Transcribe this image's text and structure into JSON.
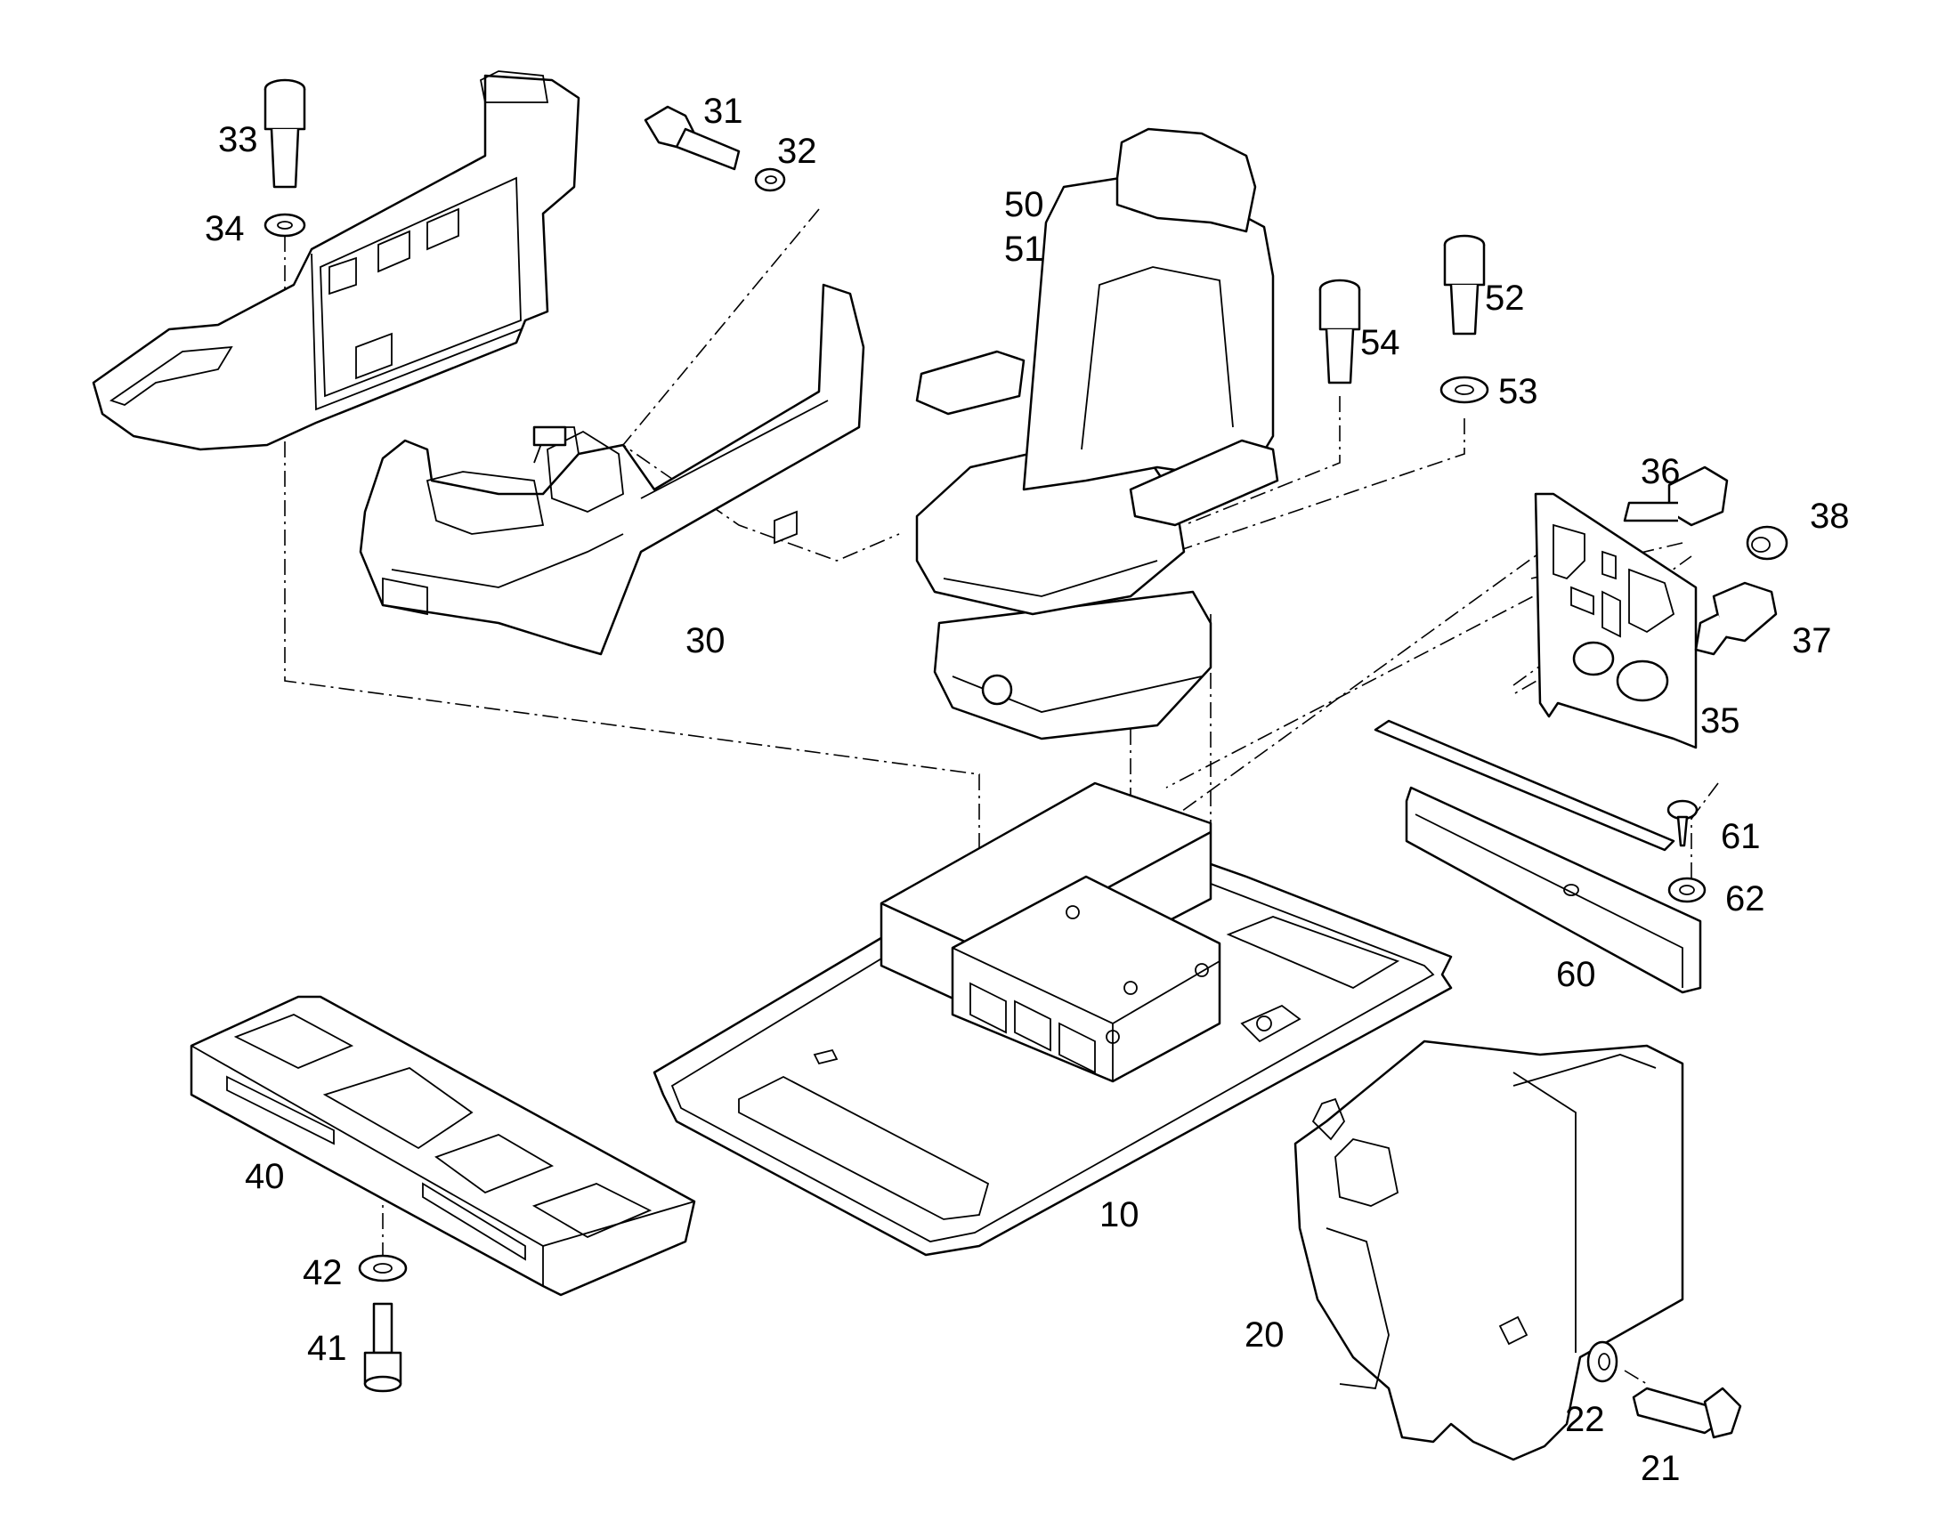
{
  "diagram": {
    "callouts": [
      {
        "id": "c10",
        "label": "10"
      },
      {
        "id": "c20",
        "label": "20"
      },
      {
        "id": "c21",
        "label": "21"
      },
      {
        "id": "c22",
        "label": "22"
      },
      {
        "id": "c30",
        "label": "30"
      },
      {
        "id": "c31",
        "label": "31"
      },
      {
        "id": "c32",
        "label": "32"
      },
      {
        "id": "c33",
        "label": "33"
      },
      {
        "id": "c34",
        "label": "34"
      },
      {
        "id": "c35",
        "label": "35"
      },
      {
        "id": "c36",
        "label": "36"
      },
      {
        "id": "c37",
        "label": "37"
      },
      {
        "id": "c38",
        "label": "38"
      },
      {
        "id": "c40",
        "label": "40"
      },
      {
        "id": "c41",
        "label": "41"
      },
      {
        "id": "c42",
        "label": "42"
      },
      {
        "id": "c50",
        "label": "50"
      },
      {
        "id": "c51",
        "label": "51"
      },
      {
        "id": "c52",
        "label": "52"
      },
      {
        "id": "c53",
        "label": "53"
      },
      {
        "id": "c54",
        "label": "54"
      },
      {
        "id": "c60",
        "label": "60"
      },
      {
        "id": "c61",
        "label": "61"
      },
      {
        "id": "c62",
        "label": "62"
      }
    ]
  }
}
